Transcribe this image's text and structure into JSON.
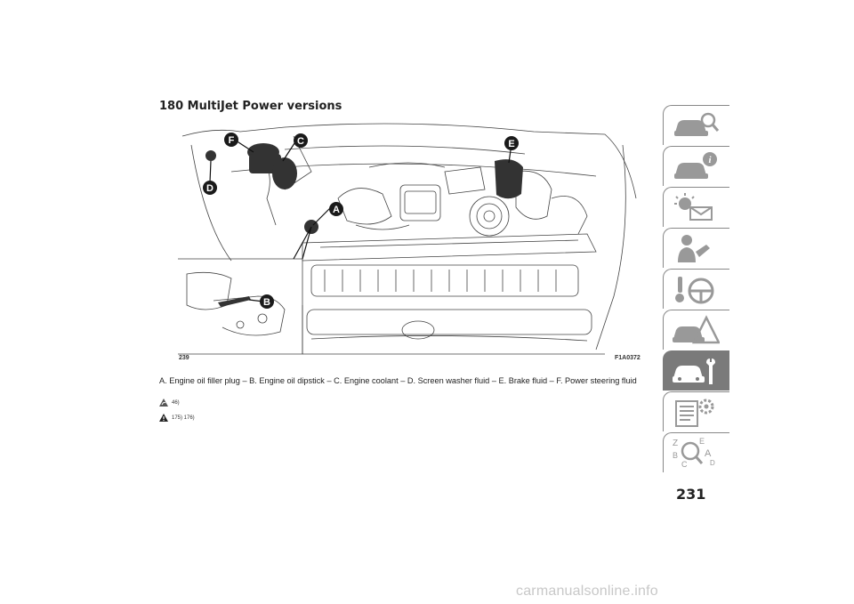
{
  "section_heading": "180 MultiJet Power versions",
  "figure": {
    "number": "239",
    "code": "F1A0372",
    "callouts": [
      "F",
      "C",
      "E",
      "D",
      "A",
      "B"
    ]
  },
  "caption": "A. Engine oil filler plug – B. Engine oil dipstick – C. Engine coolant – D. Screen washer fluid – E. Brake fluid – F. Power steering fluid",
  "references": {
    "environment": "46)",
    "warning": "175) 176)"
  },
  "nav_tabs": [
    {
      "icon": "car-search-icon",
      "active": false
    },
    {
      "icon": "car-info-icon",
      "active": false
    },
    {
      "icon": "warning-light-message-icon",
      "active": false
    },
    {
      "icon": "safety-person-icon",
      "active": false
    },
    {
      "icon": "steering-wheel-key-icon",
      "active": false
    },
    {
      "icon": "car-emergency-icon",
      "active": false
    },
    {
      "icon": "car-wrench-icon",
      "active": true
    },
    {
      "icon": "specs-gear-icon",
      "active": false
    },
    {
      "icon": "alphabetical-index-icon",
      "active": false
    }
  ],
  "page_number": "231",
  "watermark": "carmanualsonline.info",
  "colors": {
    "tab_active": "#7a7a7a",
    "callout": "#1a1a1a"
  }
}
